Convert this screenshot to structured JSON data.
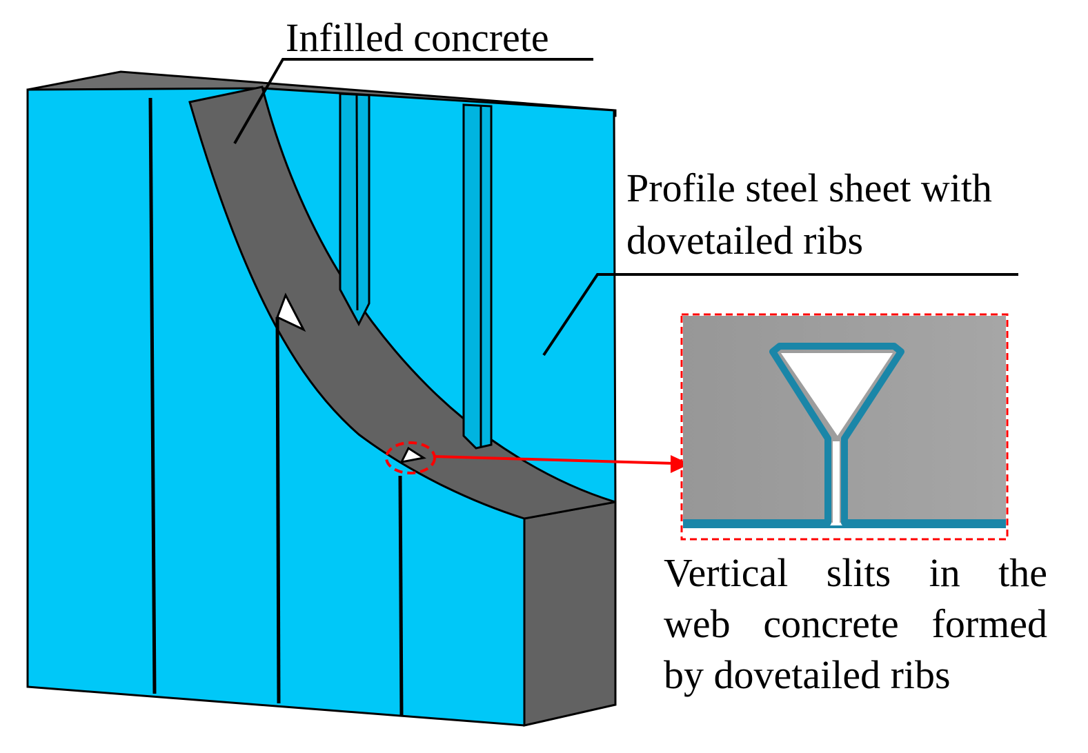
{
  "labels": {
    "infilled_concrete": "Infilled concrete",
    "profile_sheet_line1": "Profile steel sheet with",
    "profile_sheet_line2": "dovetailed ribs",
    "slits_line1": "Vertical slits in the",
    "slits_line2": "web concrete formed",
    "slits_line3": "by dovetailed ribs"
  },
  "colors": {
    "steel_sheet": "#00c8f8",
    "concrete": "#626262",
    "concrete_top": "#6e6e6e",
    "detail_background": "#9c9c9c",
    "rib_outline": "#1a86a8",
    "callout": "#ff0000",
    "leader_line": "#000000"
  }
}
